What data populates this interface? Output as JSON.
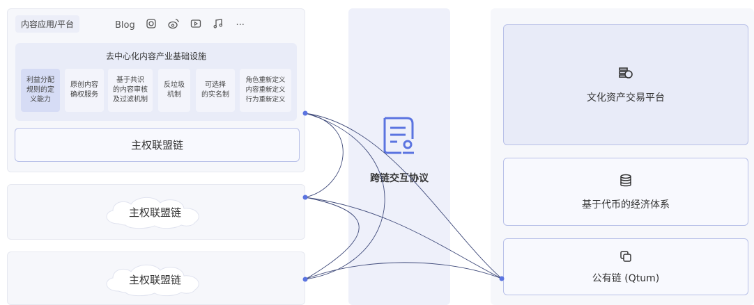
{
  "left_top": {
    "tag": "内容应用/平台",
    "apps": [
      {
        "name": "blog-icon",
        "glyph": "Blog"
      },
      {
        "name": "camera-app-icon",
        "glyph": "◙"
      },
      {
        "name": "weibo-icon",
        "glyph": "ᘓ"
      },
      {
        "name": "video-icon",
        "glyph": "▷"
      },
      {
        "name": "music-icon",
        "glyph": "♫"
      },
      {
        "name": "more-icon",
        "glyph": "···"
      }
    ],
    "infra_title": "去中心化内容产业基础设施",
    "features": [
      "利益分配\n规则的定\n义能力",
      "原创内容\n确权服务",
      "基于共识\n的内容审核\n及过滤机制",
      "反垃圾\n机制",
      "可选择\n的实名制",
      "角色重新定义\n内容重新定义\n行为重新定义"
    ],
    "chain_label": "主权联盟链"
  },
  "left_mid": {
    "chain_label": "主权联盟链"
  },
  "left_bottom": {
    "chain_label": "主权联盟链"
  },
  "middle": {
    "label": "跨链交互协议",
    "icon": "protocol-document-icon"
  },
  "right": {
    "platform": {
      "icon": "coins-icon",
      "label": "文化资产交易平台"
    },
    "economy": {
      "icon": "database-icon",
      "label": "基于代币的经济体系"
    },
    "public_chain": {
      "icon": "copy-icon",
      "label": "公有链 (Qtum)"
    }
  },
  "colors": {
    "accent": "#5b74e0",
    "line": "#3f4a7a",
    "border": "#b8c0e8",
    "highlight": "#d6dcf5"
  }
}
